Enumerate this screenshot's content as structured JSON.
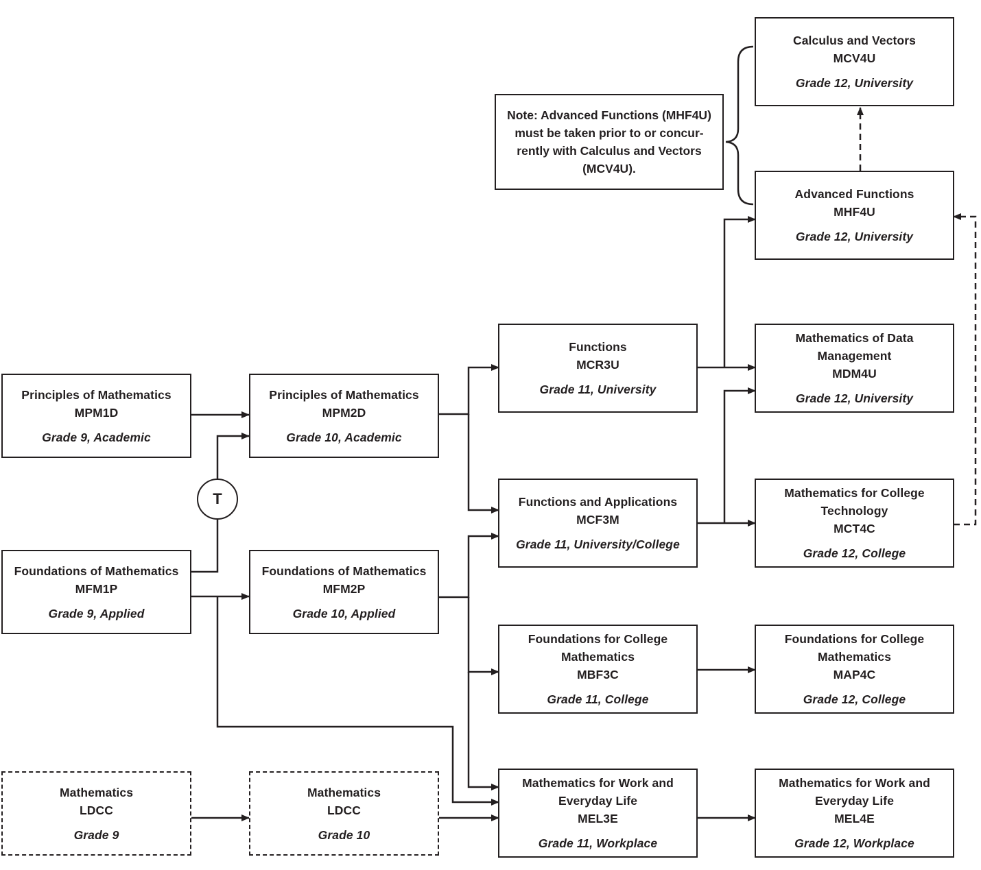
{
  "note": {
    "lines": [
      "Note: Advanced Functions (MHF4U)",
      "must be taken prior to or concur-",
      "rently with Calculus and Vectors",
      "(MCV4U)."
    ]
  },
  "transfer": {
    "label": "T"
  },
  "courses": {
    "mpm1d": {
      "title": [
        "Principles of Mathematics"
      ],
      "code": "MPM1D",
      "grade": "Grade 9, Academic"
    },
    "mfm1p": {
      "title": [
        "Foundations of Mathematics"
      ],
      "code": "MFM1P",
      "grade": "Grade 9, Applied"
    },
    "ldcc9": {
      "title": [
        "Mathematics"
      ],
      "code": "LDCC",
      "grade": "Grade 9"
    },
    "mpm2d": {
      "title": [
        "Principles of Mathematics"
      ],
      "code": "MPM2D",
      "grade": "Grade 10, Academic"
    },
    "mfm2p": {
      "title": [
        "Foundations of Mathematics"
      ],
      "code": "MFM2P",
      "grade": "Grade 10, Applied"
    },
    "ldcc10": {
      "title": [
        "Mathematics"
      ],
      "code": "LDCC",
      "grade": "Grade 10"
    },
    "mcr3u": {
      "title": [
        "Functions"
      ],
      "code": "MCR3U",
      "grade": "Grade 11, University"
    },
    "mcf3m": {
      "title": [
        "Functions and Applications"
      ],
      "code": "MCF3M",
      "grade": "Grade 11, University/College"
    },
    "mbf3c": {
      "title": [
        "Foundations for College",
        "Mathematics"
      ],
      "code": "MBF3C",
      "grade": "Grade 11, College"
    },
    "mel3e": {
      "title": [
        "Mathematics for Work and",
        "Everyday Life"
      ],
      "code": "MEL3E",
      "grade": "Grade 11, Workplace"
    },
    "mcv4u": {
      "title": [
        "Calculus and Vectors"
      ],
      "code": "MCV4U",
      "grade": "Grade 12, University"
    },
    "mhf4u": {
      "title": [
        "Advanced Functions"
      ],
      "code": "MHF4U",
      "grade": "Grade 12, University"
    },
    "mdm4u": {
      "title": [
        "Mathematics of Data",
        "Management"
      ],
      "code": "MDM4U",
      "grade": "Grade 12, University"
    },
    "mct4c": {
      "title": [
        "Mathematics for College",
        "Technology"
      ],
      "code": "MCT4C",
      "grade": "Grade 12, College"
    },
    "map4c": {
      "title": [
        "Foundations for College",
        "Mathematics"
      ],
      "code": "MAP4C",
      "grade": "Grade 12, College"
    },
    "mel4e": {
      "title": [
        "Mathematics for Work and",
        "Everyday Life"
      ],
      "code": "MEL4E",
      "grade": "Grade 12, Workplace"
    }
  }
}
